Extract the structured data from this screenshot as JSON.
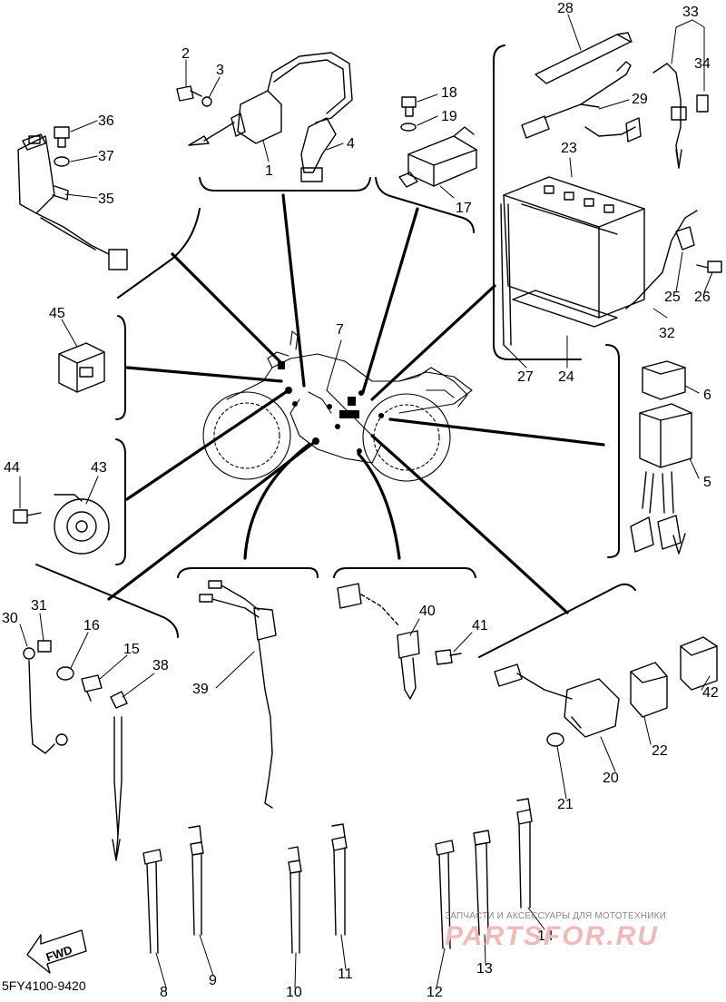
{
  "diagram_code": "5FY4100-9420",
  "fwd_label": "FWD",
  "watermark": {
    "top": "ЗАПЧАСТИ И АКСЕССУАРЫ ДЛЯ МОТОТЕХНИКИ",
    "main": "PARTSFOR.RU"
  },
  "part_numbers": [
    "1",
    "2",
    "3",
    "4",
    "5",
    "6",
    "7",
    "8",
    "9",
    "10",
    "11",
    "12",
    "13",
    "14",
    "15",
    "16",
    "17",
    "18",
    "19",
    "20",
    "21",
    "22",
    "23",
    "24",
    "25",
    "26",
    "27",
    "28",
    "29",
    "30",
    "31",
    "32",
    "33",
    "34",
    "35",
    "36",
    "37",
    "38",
    "39",
    "40",
    "41",
    "42",
    "43",
    "44",
    "45"
  ]
}
